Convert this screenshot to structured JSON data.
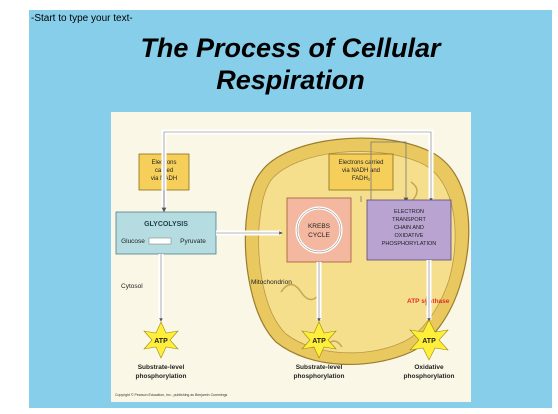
{
  "slide": {
    "hint_text": "-Start to type your text-",
    "title_line1": "The Process of Cellular",
    "title_line2": "Respiration"
  },
  "diagram": {
    "electrons_nadh": [
      "Electrons",
      "carried",
      "via NADH"
    ],
    "electrons_nadh_fadh": [
      "Electrons carried",
      "via NADH and",
      "FADH₂"
    ],
    "glycolysis": "GLYCOLYSIS",
    "glucose": "Glucose",
    "pyruvate": "Pyruvate",
    "krebs": [
      "KREBS",
      "CYCLE"
    ],
    "etc": [
      "ELECTRON",
      "TRANSPORT",
      "CHAIN AND",
      "OXIDATIVE",
      "PHOSPHORYLATION"
    ],
    "cytosol": "Cytosol",
    "mitochondrion": "Mitochondrion",
    "atp_synthase": "ATP synthase",
    "atp": "ATP",
    "atp_labels": [
      [
        "Substrate-level",
        "phosphorylation"
      ],
      [
        "Substrate-level",
        "phosphorylation"
      ],
      [
        "Oxidative",
        "phosphorylation"
      ]
    ],
    "copyright": "Copyright © Pearson Education, Inc., publishing as Benjamin Cummings"
  },
  "colors": {
    "slide_bg": "#87ceeb",
    "mito_fill": "#f0d878",
    "electron_box": "#f6cf5a",
    "glycolysis_box": "#b5dde1",
    "krebs_box": "#f4b8a0",
    "etc_box": "#b9a3d1",
    "atp_synthase_text": "#e0302a",
    "atp_star": "#ffef3a"
  }
}
